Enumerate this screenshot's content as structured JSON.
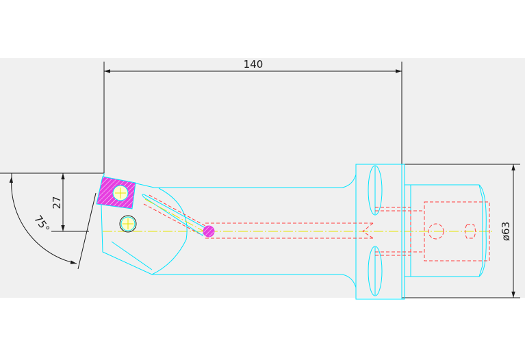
{
  "drawing": {
    "dimensions": {
      "overall_length": "140",
      "offset": "27",
      "angle": "75°",
      "diameter": "ø63"
    },
    "colors": {
      "background_band": "#f0f0f0",
      "outline": "#00e5ff",
      "hidden": "#ff3b3b",
      "centerline": "#e6e600",
      "insert_fill": "#e63fe0",
      "dimension": "#1a1a1a"
    }
  }
}
